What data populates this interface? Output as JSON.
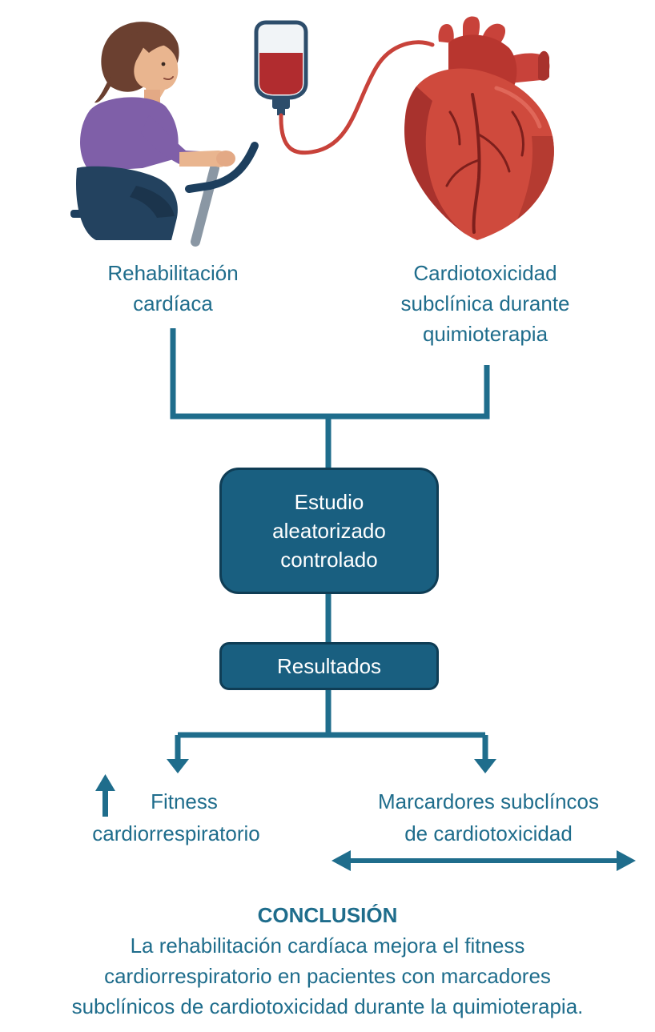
{
  "labels": {
    "rehab_line1": "Rehabilitación",
    "rehab_line2": "cardíaca",
    "cardio_line1": "Cardiotoxicidad",
    "cardio_line2": "subclínica durante",
    "cardio_line3": "quimioterapia"
  },
  "boxes": {
    "study_line1": "Estudio",
    "study_line2": "aleatorizado",
    "study_line3": "controlado",
    "results": "Resultados"
  },
  "outcomes": {
    "fitness_line1": "Fitness",
    "fitness_line2": "cardiorrespiratorio",
    "markers_line1": "Marcardores subclíncos",
    "markers_line2": "de cardiotoxicidad"
  },
  "conclusion": {
    "title": "CONCLUSIÓN",
    "line1": "La rehabilitación cardíaca mejora el fitness",
    "line2": "cardiorrespiratorio en pacientes con marcadores",
    "line3": "subclínicos de cardiotoxicidad durante la quimioterapia."
  },
  "colors": {
    "teal": "#1f6d8c",
    "box_fill": "#195f80",
    "heart_red": "#c8423a",
    "shirt_purple": "#7f5fa8"
  },
  "icons": {
    "fitness_indicator": "arrow-up-icon",
    "markers_indicator": "double-arrow-horizontal-icon"
  }
}
